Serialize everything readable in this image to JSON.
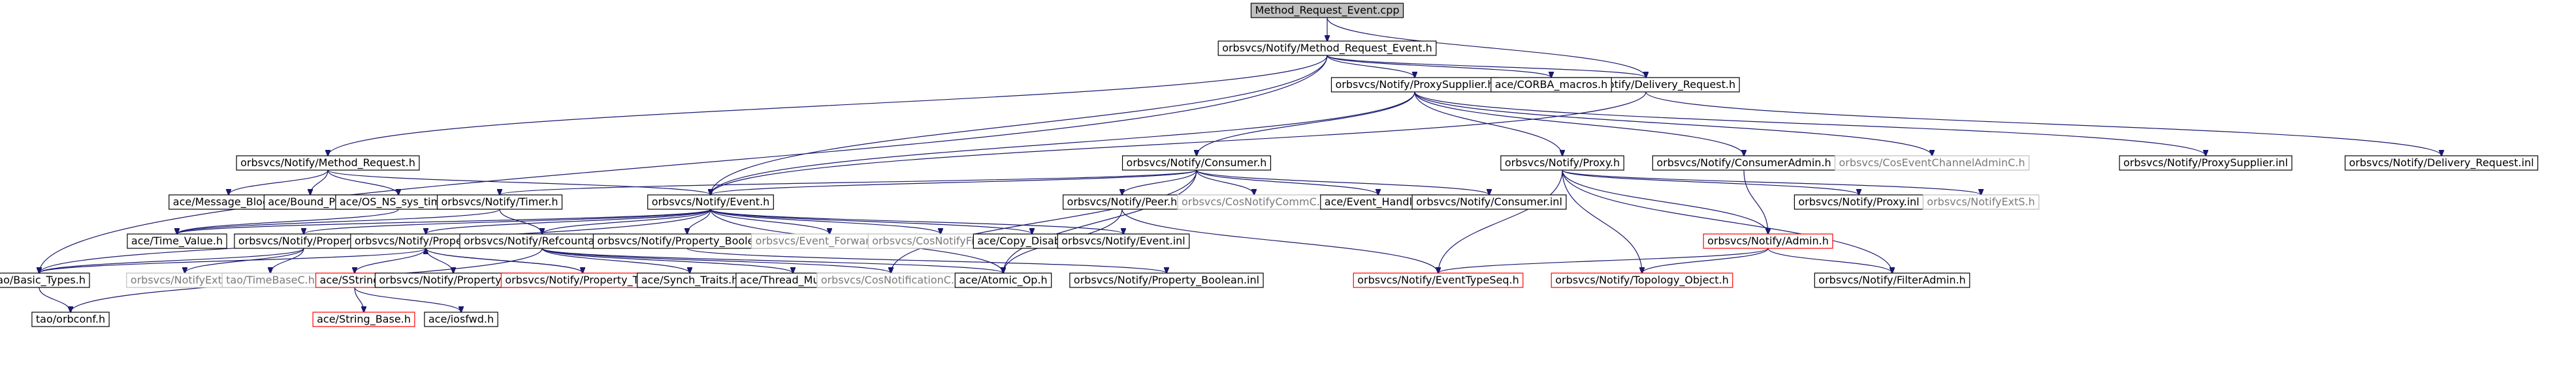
{
  "colors": {
    "edge": "#191970",
    "box_default": "#000000",
    "box_red": "#ff0000",
    "box_grey": "#bfbfbf",
    "root_fill": "#c0c0c0"
  },
  "nodes": [
    {
      "id": "root",
      "label": "Method_Request_Event.cpp",
      "style": "root"
    },
    {
      "id": "mre_h",
      "label": "orbsvcs/Notify/Method_Request_Event.h",
      "style": "normal"
    },
    {
      "id": "delivery_req_h",
      "label": "orbsvcs/Notify/Delivery_Request.h",
      "style": "normal"
    },
    {
      "id": "method_req_h",
      "label": "orbsvcs/Notify/Method_Request.h",
      "style": "normal"
    },
    {
      "id": "proxy_supplier_h",
      "label": "orbsvcs/Notify/ProxySupplier.h",
      "style": "normal"
    },
    {
      "id": "corba_macros",
      "label": "ace/CORBA_macros.h",
      "style": "normal"
    },
    {
      "id": "delivery_req_inl",
      "label": "orbsvcs/Notify/Delivery_Request.inl",
      "style": "normal"
    },
    {
      "id": "message_block",
      "label": "ace/Message_Block.h",
      "style": "normal"
    },
    {
      "id": "bound_ptr",
      "label": "ace/Bound_Ptr.h",
      "style": "normal"
    },
    {
      "id": "os_ns_sys_time",
      "label": "ace/OS_NS_sys_time.h",
      "style": "normal"
    },
    {
      "id": "consumer_h",
      "label": "orbsvcs/Notify/Consumer.h",
      "style": "normal"
    },
    {
      "id": "proxy_h",
      "label": "orbsvcs/Notify/Proxy.h",
      "style": "normal"
    },
    {
      "id": "consumer_admin_h",
      "label": "orbsvcs/Notify/ConsumerAdmin.h",
      "style": "normal"
    },
    {
      "id": "cos_event_channel_admin",
      "label": "orbsvcs/CosEventChannelAdminC.h",
      "style": "grey"
    },
    {
      "id": "proxy_supplier_inl",
      "label": "orbsvcs/Notify/ProxySupplier.inl",
      "style": "normal"
    },
    {
      "id": "timer_h",
      "label": "orbsvcs/Notify/Timer.h",
      "style": "normal"
    },
    {
      "id": "event_h",
      "label": "orbsvcs/Notify/Event.h",
      "style": "normal"
    },
    {
      "id": "peer_h",
      "label": "orbsvcs/Notify/Peer.h",
      "style": "normal"
    },
    {
      "id": "cos_notify_comm",
      "label": "orbsvcs/CosNotifyCommC.h",
      "style": "grey"
    },
    {
      "id": "event_handler",
      "label": "ace/Event_Handler.h",
      "style": "normal"
    },
    {
      "id": "consumer_inl",
      "label": "orbsvcs/Notify/Consumer.inl",
      "style": "normal"
    },
    {
      "id": "admin_h",
      "label": "orbsvcs/Notify/Admin.h",
      "style": "red"
    },
    {
      "id": "proxy_inl",
      "label": "orbsvcs/Notify/Proxy.inl",
      "style": "normal"
    },
    {
      "id": "notify_ext_s",
      "label": "orbsvcs/NotifyExtS.h",
      "style": "grey"
    },
    {
      "id": "time_value",
      "label": "ace/Time_Value.h",
      "style": "normal"
    },
    {
      "id": "property_h",
      "label": "orbsvcs/Notify/Property.h",
      "style": "normal"
    },
    {
      "id": "property_t_h",
      "label": "orbsvcs/Notify/Property_T.h",
      "style": "normal"
    },
    {
      "id": "refcountable_h",
      "label": "orbsvcs/Notify/Refcountable.h",
      "style": "normal"
    },
    {
      "id": "property_boolean_h",
      "label": "orbsvcs/Notify/Property_Boolean.h",
      "style": "normal"
    },
    {
      "id": "event_forwarder_s",
      "label": "orbsvcs/Event_ForwarderS.h",
      "style": "grey"
    },
    {
      "id": "cos_notify_filter",
      "label": "orbsvcs/CosNotifyFilterC.h",
      "style": "grey"
    },
    {
      "id": "copy_disabled",
      "label": "ace/Copy_Disabled.h",
      "style": "normal"
    },
    {
      "id": "event_inl",
      "label": "orbsvcs/Notify/Event.inl",
      "style": "normal"
    },
    {
      "id": "event_type_seq",
      "label": "orbsvcs/Notify/EventTypeSeq.h",
      "style": "red"
    },
    {
      "id": "topology_object",
      "label": "orbsvcs/Notify/Topology_Object.h",
      "style": "red"
    },
    {
      "id": "filter_admin",
      "label": "orbsvcs/Notify/FilterAdmin.h",
      "style": "normal"
    },
    {
      "id": "basic_types",
      "label": "tao/Basic_Types.h",
      "style": "normal"
    },
    {
      "id": "notify_ext_c",
      "label": "orbsvcs/NotifyExtC.h",
      "style": "grey"
    },
    {
      "id": "time_base_c",
      "label": "tao/TimeBaseC.h",
      "style": "grey"
    },
    {
      "id": "sstring_h",
      "label": "ace/SString.h",
      "style": "red"
    },
    {
      "id": "property_t_inl",
      "label": "orbsvcs/Notify/Property_T.inl",
      "style": "normal"
    },
    {
      "id": "property_t_cpp",
      "label": "orbsvcs/Notify/Property_T.cpp",
      "style": "red"
    },
    {
      "id": "synch_traits",
      "label": "ace/Synch_Traits.h",
      "style": "normal"
    },
    {
      "id": "thread_mutex",
      "label": "ace/Thread_Mutex.h",
      "style": "normal"
    },
    {
      "id": "cos_notification_c",
      "label": "orbsvcs/CosNotificationC.h",
      "style": "grey"
    },
    {
      "id": "atomic_op",
      "label": "ace/Atomic_Op.h",
      "style": "normal"
    },
    {
      "id": "property_boolean_inl",
      "label": "orbsvcs/Notify/Property_Boolean.inl",
      "style": "normal"
    },
    {
      "id": "orbconf",
      "label": "tao/orbconf.h",
      "style": "normal"
    },
    {
      "id": "string_base",
      "label": "ace/String_Base.h",
      "style": "red"
    },
    {
      "id": "iosfwd",
      "label": "ace/iosfwd.h",
      "style": "normal"
    }
  ],
  "edges": [
    [
      "root",
      "mre_h"
    ],
    [
      "root",
      "delivery_req_h"
    ],
    [
      "mre_h",
      "method_req_h"
    ],
    [
      "mre_h",
      "proxy_supplier_h"
    ],
    [
      "mre_h",
      "corba_macros"
    ],
    [
      "mre_h",
      "delivery_req_h"
    ],
    [
      "mre_h",
      "event_h"
    ],
    [
      "mre_h",
      "basic_types"
    ],
    [
      "delivery_req_h",
      "delivery_req_inl"
    ],
    [
      "delivery_req_h",
      "event_h"
    ],
    [
      "method_req_h",
      "message_block"
    ],
    [
      "method_req_h",
      "bound_ptr"
    ],
    [
      "method_req_h",
      "os_ns_sys_time"
    ],
    [
      "method_req_h",
      "event_h"
    ],
    [
      "os_ns_sys_time",
      "time_value"
    ],
    [
      "proxy_supplier_h",
      "consumer_h"
    ],
    [
      "proxy_supplier_h",
      "proxy_h"
    ],
    [
      "proxy_supplier_h",
      "consumer_admin_h"
    ],
    [
      "proxy_supplier_h",
      "cos_event_channel_admin"
    ],
    [
      "proxy_supplier_h",
      "proxy_supplier_inl"
    ],
    [
      "proxy_supplier_h",
      "event_h"
    ],
    [
      "consumer_h",
      "timer_h"
    ],
    [
      "consumer_h",
      "event_h"
    ],
    [
      "consumer_h",
      "peer_h"
    ],
    [
      "consumer_h",
      "cos_notify_comm"
    ],
    [
      "consumer_h",
      "event_handler"
    ],
    [
      "consumer_h",
      "consumer_inl"
    ],
    [
      "consumer_h",
      "atomic_op"
    ],
    [
      "consumer_h",
      "cos_notification_c"
    ],
    [
      "proxy_h",
      "admin_h"
    ],
    [
      "proxy_h",
      "proxy_inl"
    ],
    [
      "proxy_h",
      "notify_ext_s"
    ],
    [
      "proxy_h",
      "event_type_seq"
    ],
    [
      "proxy_h",
      "topology_object"
    ],
    [
      "proxy_h",
      "filter_admin"
    ],
    [
      "consumer_admin_h",
      "admin_h"
    ],
    [
      "consumer_admin_h",
      "cos_event_channel_admin"
    ],
    [
      "admin_h",
      "event_type_seq"
    ],
    [
      "admin_h",
      "topology_object"
    ],
    [
      "admin_h",
      "filter_admin"
    ],
    [
      "timer_h",
      "time_value"
    ],
    [
      "timer_h",
      "refcountable_h"
    ],
    [
      "event_h",
      "time_value"
    ],
    [
      "event_h",
      "property_h"
    ],
    [
      "event_h",
      "property_t_h"
    ],
    [
      "event_h",
      "refcountable_h"
    ],
    [
      "event_h",
      "property_boolean_h"
    ],
    [
      "event_h",
      "event_forwarder_s"
    ],
    [
      "event_h",
      "cos_notify_filter"
    ],
    [
      "event_h",
      "copy_disabled"
    ],
    [
      "event_h",
      "event_inl"
    ],
    [
      "event_h",
      "basic_types"
    ],
    [
      "event_h",
      "atomic_op"
    ],
    [
      "peer_h",
      "event_type_seq"
    ],
    [
      "peer_h",
      "atomic_op"
    ],
    [
      "property_h",
      "basic_types"
    ],
    [
      "property_h",
      "notify_ext_c"
    ],
    [
      "property_h",
      "time_base_c"
    ],
    [
      "property_t_h",
      "sstring_h"
    ],
    [
      "property_t_h",
      "property_t_inl"
    ],
    [
      "property_t_h",
      "property_t_cpp"
    ],
    [
      "property_t_h",
      "basic_types"
    ],
    [
      "property_t_cpp",
      "property_t_h"
    ],
    [
      "refcountable_h",
      "synch_traits"
    ],
    [
      "refcountable_h",
      "thread_mutex"
    ],
    [
      "refcountable_h",
      "cos_notification_c"
    ],
    [
      "refcountable_h",
      "atomic_op"
    ],
    [
      "refcountable_h",
      "orbconf"
    ],
    [
      "property_boolean_h",
      "property_boolean_inl"
    ],
    [
      "property_boolean_h",
      "property_t_h"
    ],
    [
      "basic_types",
      "orbconf"
    ],
    [
      "sstring_h",
      "string_base"
    ],
    [
      "sstring_h",
      "iosfwd"
    ]
  ]
}
